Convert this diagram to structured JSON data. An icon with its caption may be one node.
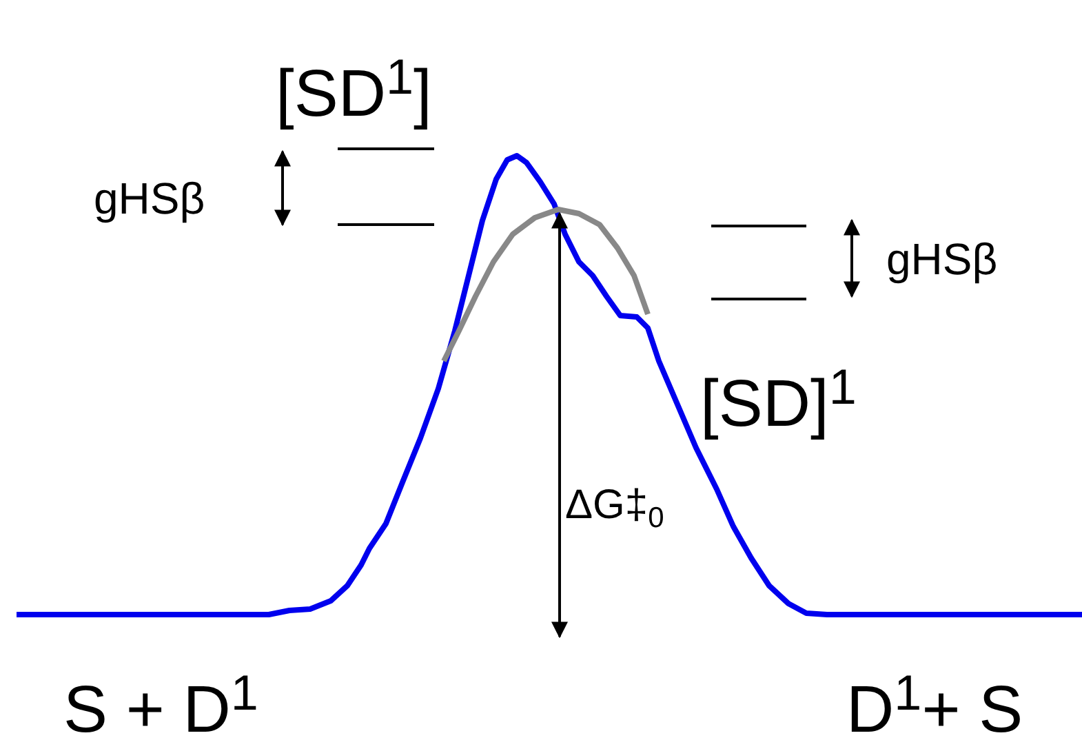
{
  "diagram": {
    "labels": [
      "[SD$^{1}$]",
      "gHSβ",
      "gHSβ",
      "[SD]$^{1}$",
      "ΔG‡$_{0}$",
      "S + D$^{1}$",
      "D$^{1}$+ S"
    ]
  }
}
